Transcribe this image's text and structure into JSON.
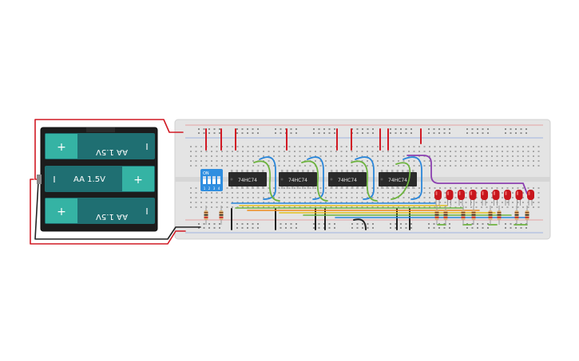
{
  "battery": {
    "cells": [
      {
        "label": "AA 1.5V",
        "flipped": true
      },
      {
        "label": "AA 1.5V",
        "flipped": false
      },
      {
        "label": "AA 1.5V",
        "flipped": true
      }
    ],
    "plus_symbol": "+",
    "minus_symbol": "I"
  },
  "dip_switch": {
    "label": "ON",
    "numbers": [
      "1",
      "2",
      "3",
      "4"
    ]
  },
  "chips": [
    "74HC74",
    "74HC74",
    "74HC74",
    "74HC74"
  ],
  "led_count": 9,
  "colors": {
    "battery_body": "#1f6f72",
    "battery_accent": "#35b3a4",
    "breadboard": "#e4e4e4",
    "rail_red": "#d21f2b",
    "rail_blue": "#3a6fd1",
    "chip": "#2a2a2a",
    "dip_switch": "#2f8ee0",
    "led": "#c8161d",
    "wire_red": "#d11a24",
    "wire_black": "#222222",
    "wire_blue": "#2a86d9",
    "wire_green": "#6db33f",
    "wire_yellow": "#e3c21b",
    "wire_orange": "#f08a1c",
    "wire_purple": "#8b3fb0"
  }
}
